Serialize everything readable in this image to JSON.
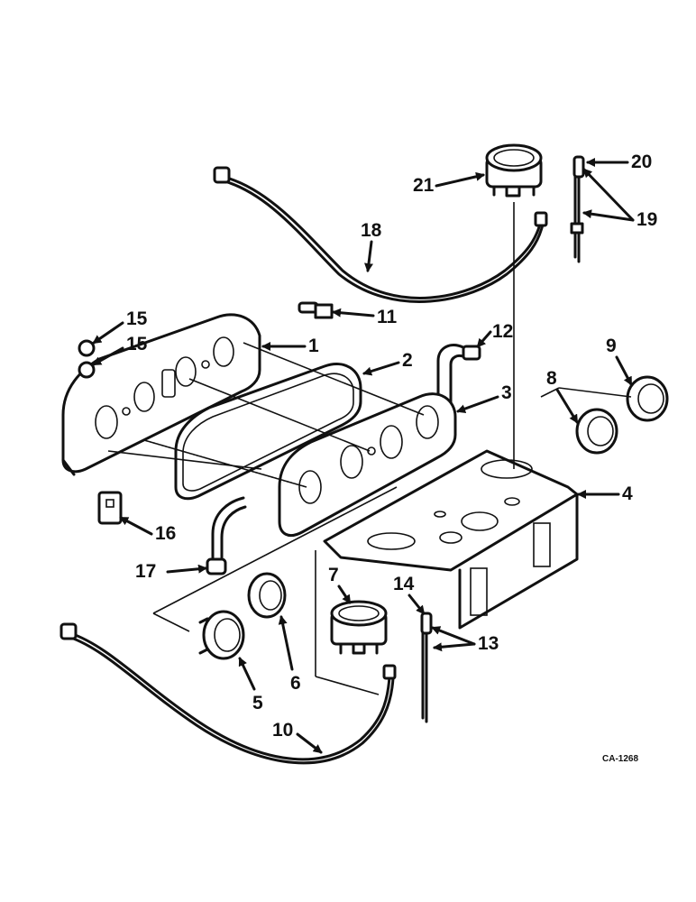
{
  "callouts": [
    "1",
    "2",
    "3",
    "4",
    "5",
    "6",
    "7",
    "8",
    "9",
    "10",
    "11",
    "12",
    "13",
    "14",
    "15",
    "15",
    "16",
    "17",
    "18",
    "19",
    "20",
    "21"
  ],
  "drawing_code": "CA-1268"
}
